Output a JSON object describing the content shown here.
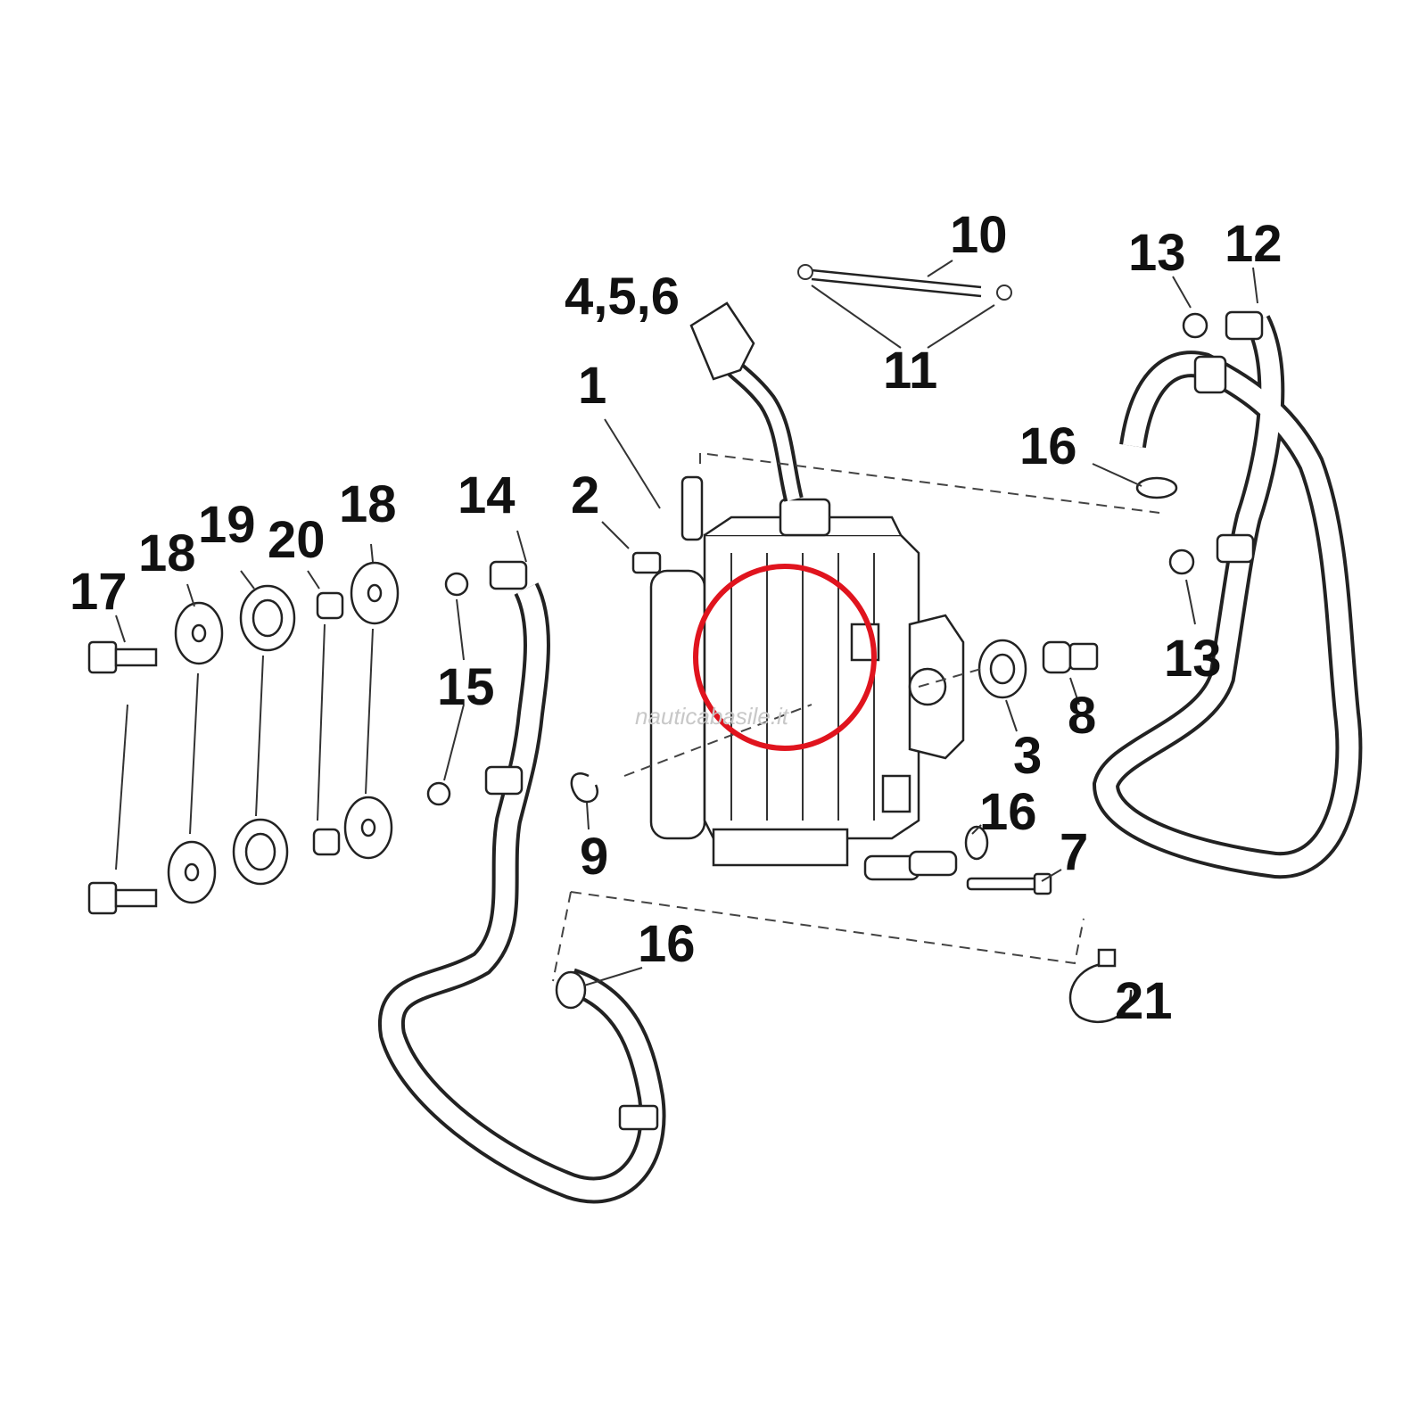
{
  "diagram": {
    "callouts": {
      "c1": "1",
      "c2": "2",
      "c3": "3",
      "c456": "4,5,6",
      "c7": "7",
      "c8": "8",
      "c9": "9",
      "c10": "10",
      "c11": "11",
      "c12": "12",
      "c13a": "13",
      "c13b": "13",
      "c14": "14",
      "c15": "15",
      "c16a": "16",
      "c16b": "16",
      "c16c": "16",
      "c17": "17",
      "c18a": "18",
      "c18b": "18",
      "c19": "19",
      "c20": "20",
      "c21": "21"
    },
    "watermark": "nauticabasile.it",
    "highlight_color": "#e0141e"
  }
}
